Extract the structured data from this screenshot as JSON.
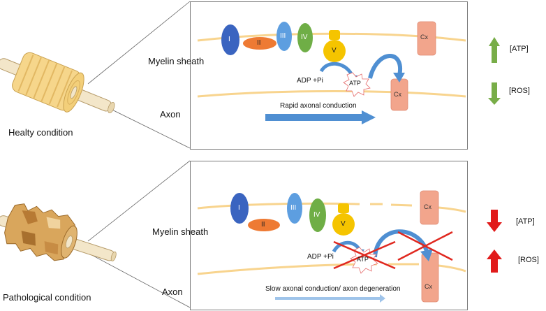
{
  "healthy": {
    "condition_label": "Healty condition",
    "myelin_label": "Myelin sheath",
    "axon_label": "Axon",
    "complexes": [
      "I",
      "II",
      "III",
      "IV",
      "V"
    ],
    "cx_top": "Cx",
    "cx_bottom": "Cx",
    "adp_label": "ADP +Pi",
    "atp_label": "ATP",
    "conduction_label": "Rapid axonal conduction",
    "atp_indicator": "[ATP]",
    "ros_indicator": "[ROS]",
    "atp_direction": "up",
    "ros_direction": "down"
  },
  "pathological": {
    "condition_label": "Pathological condition",
    "myelin_label": "Myelin sheath",
    "axon_label": "Axon",
    "complexes": [
      "I",
      "II",
      "III",
      "IV",
      "V"
    ],
    "cx_top": "Cx",
    "cx_bottom": "Cx",
    "adp_label": "ADP +Pi",
    "atp_label": "ATP",
    "conduction_label": "Slow axonal conduction/ axon degeneration",
    "atp_indicator": "[ATP]",
    "ros_indicator": "[ROS]",
    "atp_direction": "down",
    "ros_direction": "up"
  },
  "colors": {
    "complex_I": "#3a64c0",
    "complex_II": "#ee7a33",
    "complex_III": "#5d9ee0",
    "complex_IV": "#6fae46",
    "complex_V": "#f5c400",
    "cx": "#f2a58c",
    "membrane": "#f8d48e",
    "arrow_blue": "#4f8fd2",
    "arrow_light_blue": "#9fc4ea",
    "indicator_green": "#78ad48",
    "indicator_red": "#e11b1b",
    "cross_red": "#e0281f"
  }
}
